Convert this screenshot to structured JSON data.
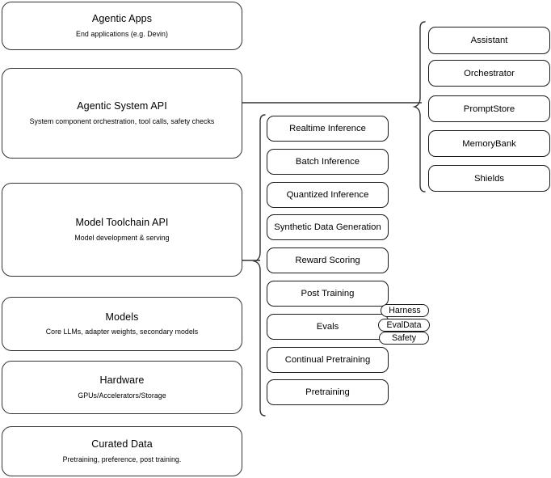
{
  "diagram": {
    "title": "Agentic AI stack layers",
    "stroke_color": "#333333",
    "background": "#ffffff"
  },
  "stack_layers": [
    {
      "title": "Agentic Apps",
      "subtitle": "End applications (e.g. Devin)",
      "name": "agentic-apps"
    },
    {
      "title": "Agentic System API",
      "subtitle": "System component orchestration, tool calls, safety checks",
      "name": "agentic-system-api"
    },
    {
      "title": "Model Toolchain API",
      "subtitle": "Model development & serving",
      "name": "model-toolchain-api"
    },
    {
      "title": "Models",
      "subtitle": "Core LLMs, adapter weights, secondary models",
      "name": "models"
    },
    {
      "title": "Hardware",
      "subtitle": "GPUs/Accelerators/Storage",
      "name": "hardware"
    },
    {
      "title": "Curated Data",
      "subtitle": "Pretraining, preference, post training.",
      "name": "curated-data"
    }
  ],
  "toolchain_components": [
    {
      "label": "Realtime Inference",
      "name": "realtime-inference"
    },
    {
      "label": "Batch Inference",
      "name": "batch-inference"
    },
    {
      "label": "Quantized Inference",
      "name": "quantized-inference"
    },
    {
      "label": "Synthetic Data Generation",
      "name": "synthetic-data-generation"
    },
    {
      "label": "Reward Scoring",
      "name": "reward-scoring"
    },
    {
      "label": "Post Training",
      "name": "post-training"
    },
    {
      "label": "Evals",
      "name": "evals"
    },
    {
      "label": "Continual Pretraining",
      "name": "continual-pretraining"
    },
    {
      "label": "Pretraining",
      "name": "pretraining"
    }
  ],
  "system_components": [
    {
      "label": "Assistant",
      "name": "assistant"
    },
    {
      "label": "Orchestrator",
      "name": "orchestrator"
    },
    {
      "label": "PromptStore",
      "name": "promptstore"
    },
    {
      "label": "MemoryBank",
      "name": "memorybank"
    },
    {
      "label": "Shields",
      "name": "shields"
    }
  ],
  "eval_tags": [
    {
      "label": "Harness",
      "name": "harness"
    },
    {
      "label": "EvalData",
      "name": "evaldata"
    },
    {
      "label": "Safety",
      "name": "safety"
    }
  ]
}
